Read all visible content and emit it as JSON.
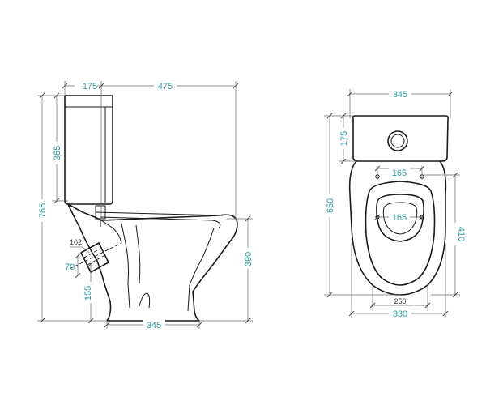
{
  "dimensions": {
    "side": {
      "tank_depth": "175",
      "bowl_projection": "475",
      "tank_height": "365",
      "total_height": "765",
      "outlet_diameter": "102",
      "outlet_offset": "70",
      "outlet_height": "155",
      "seat_height": "390",
      "base_width": "345"
    },
    "top": {
      "width": "345",
      "tank_depth": "175",
      "total_depth": "650",
      "mounting_hole_spacing": "165",
      "seat_hole_spacing": "165",
      "bowl_length": "410",
      "bowl_inner_width": "250",
      "bowl_outer_width": "330"
    }
  },
  "colors": {
    "label": "#2e9fa4",
    "line": "#1a1a1a",
    "dimension": "#6b6b6b"
  }
}
